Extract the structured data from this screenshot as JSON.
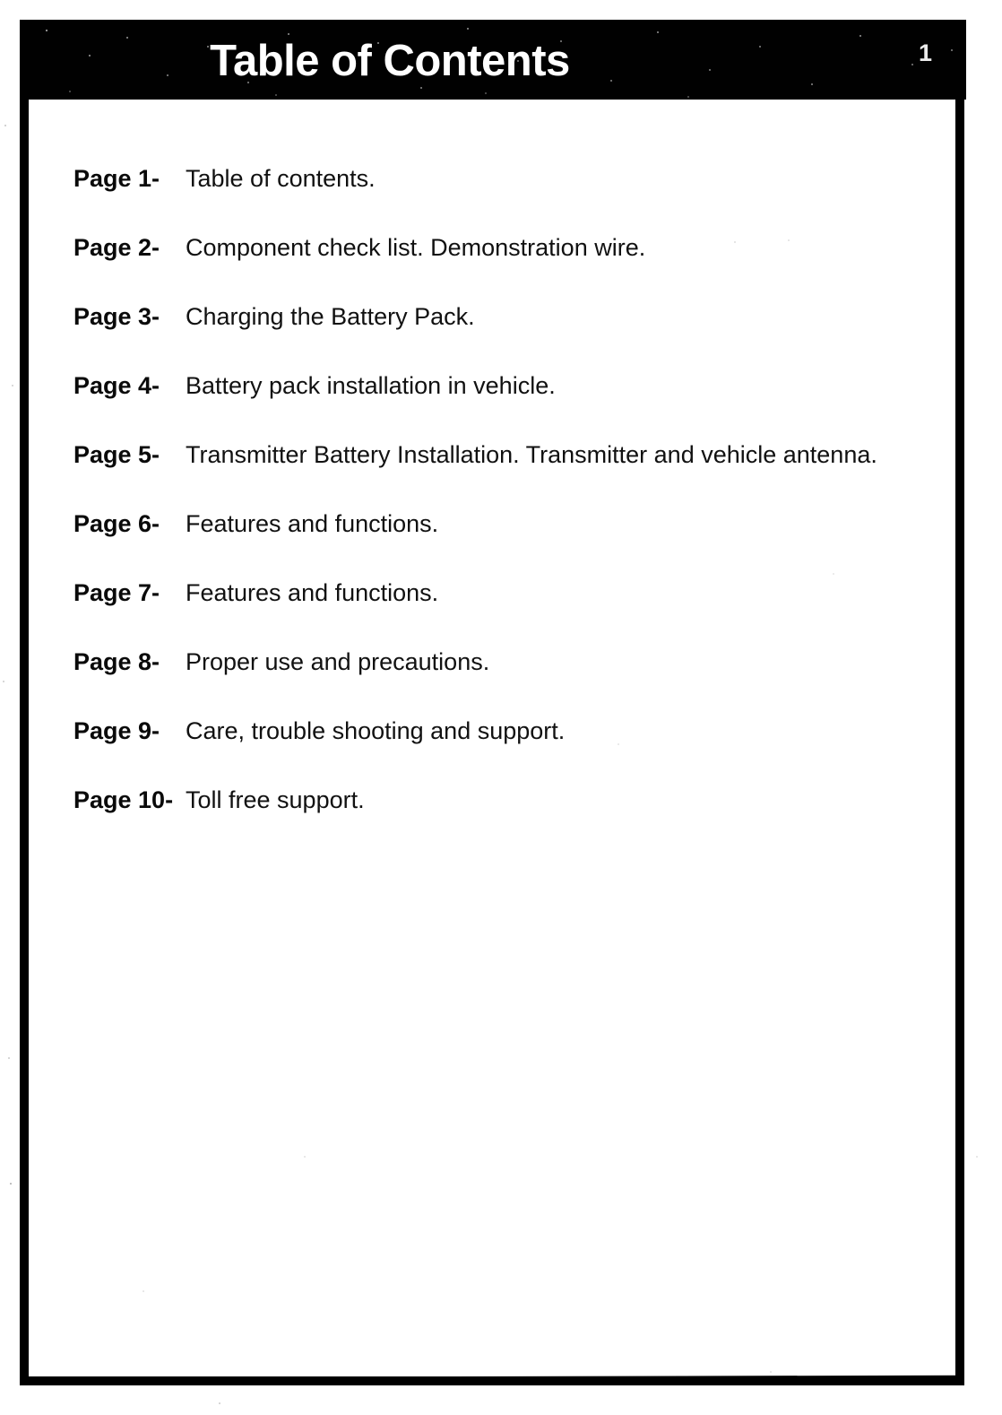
{
  "document": {
    "page_number": "1",
    "title": "Table of Contents"
  },
  "contents": {
    "entries": [
      {
        "page_label": "Page 1-",
        "description": "Table of contents."
      },
      {
        "page_label": "Page 2-",
        "description": "Component check list. Demonstration wire."
      },
      {
        "page_label": "Page 3-",
        "description": "Charging the Battery Pack."
      },
      {
        "page_label": "Page 4-",
        "description": "Battery pack installation in vehicle."
      },
      {
        "page_label": "Page 5-",
        "description": "Transmitter Battery Installation. Transmitter and vehicle antenna."
      },
      {
        "page_label": "Page 6-",
        "description": "Features and functions."
      },
      {
        "page_label": "Page 7-",
        "description": "Features and functions."
      },
      {
        "page_label": "Page 8-",
        "description": "Proper use and precautions."
      },
      {
        "page_label": "Page 9-",
        "description": "Care, trouble shooting and support."
      },
      {
        "page_label": "Page 10-",
        "description": "Toll free support."
      }
    ]
  },
  "colors": {
    "banner_background": "#010101",
    "banner_text": "#ffffff",
    "body_text": "#111111",
    "paper": "#ffffff",
    "frame_rule": "#000000"
  }
}
